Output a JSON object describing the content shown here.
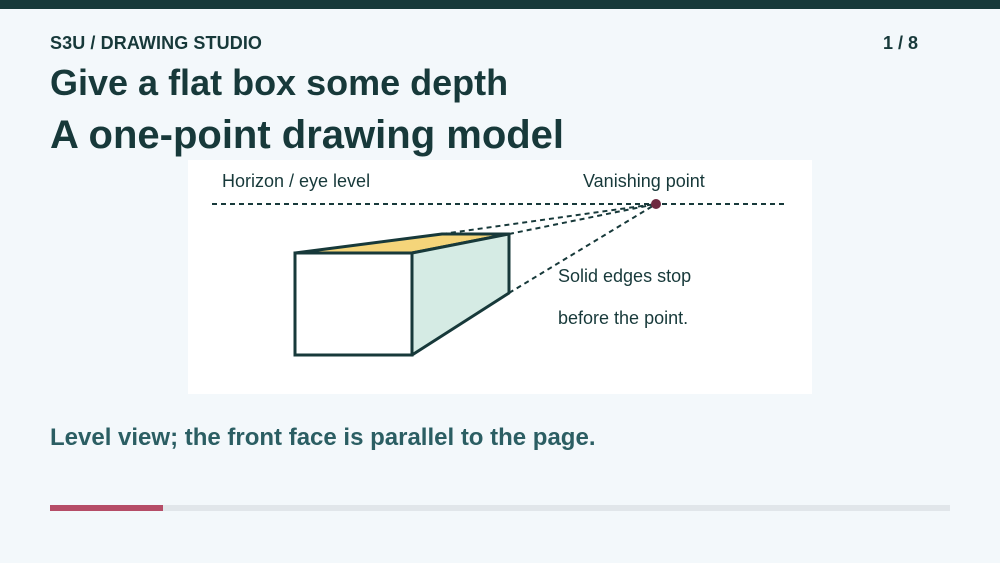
{
  "header": {
    "course_label": "S3U / DRAWING STUDIO",
    "page_counter": "1 / 8"
  },
  "slide": {
    "title": "Give a flat box some depth",
    "subtitle": "A one-point drawing model",
    "caption": "Level view; the front face is parallel to the page."
  },
  "diagram": {
    "horizon_label": "Horizon / eye level",
    "vanishing_point_label": "Vanishing point",
    "note_line_1": "Solid edges stop",
    "note_line_2": "before the point."
  },
  "progress": {
    "current_page": 1,
    "total_pages": 8,
    "fraction": 0.125
  },
  "colors": {
    "top_bar": "#17393a",
    "heading_text": "#17393a",
    "caption_text": "#2b5e63",
    "box_top_face": "#f5d57a",
    "box_side_face": "#d5ebe4",
    "vanishing_point_dot": "#6e2a41",
    "progress_fill": "#b54d67",
    "progress_track": "#e1e6ea"
  }
}
